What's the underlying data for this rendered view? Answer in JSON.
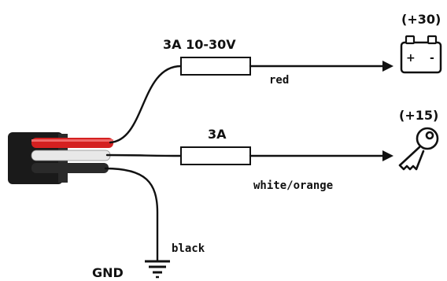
{
  "wires": {
    "top": {
      "fuse_label": "3A 10-30V",
      "color_label": "red",
      "terminal_label": "(+30)"
    },
    "middle": {
      "fuse_label": "3A",
      "color_label": "white/orange",
      "terminal_label": "(+15)"
    },
    "bottom": {
      "color_label": "black",
      "terminal_label": "GND"
    }
  },
  "battery": {
    "plus": "+",
    "minus": "-"
  },
  "icons": {
    "battery": "battery-icon",
    "key": "key-icon",
    "ground": "ground-symbol-icon"
  },
  "colors": {
    "red_core": "#d42020",
    "white_core": "#e8e8e8",
    "cable_jacket": "#1a1a1a"
  }
}
